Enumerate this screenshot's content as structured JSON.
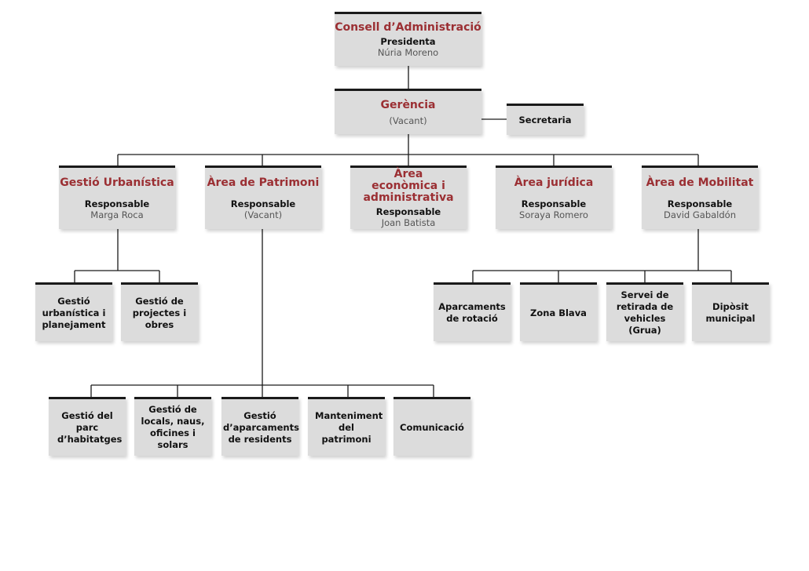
{
  "board": {
    "title": "Consell d’Administració",
    "role": "Presidenta",
    "person": "Núria Moreno"
  },
  "management": {
    "title": "Gerència",
    "person": "(Vacant)"
  },
  "secretary": {
    "title": "Secretaria"
  },
  "areas": [
    {
      "title": "Gestió Urbanística",
      "role": "Responsable",
      "person": "Marga Roca"
    },
    {
      "title": "Àrea de Patrimoni",
      "role": "Responsable",
      "person": "(Vacant)"
    },
    {
      "title": "Àrea econòmica i administrativa",
      "role": "Responsable",
      "person": "Joan Batista"
    },
    {
      "title": "Àrea jurídica",
      "role": "Responsable",
      "person": "Soraya Romero"
    },
    {
      "title": "Àrea de Mobilitat",
      "role": "Responsable",
      "person": "David Gabaldón"
    }
  ],
  "urbanism_units": [
    "Gestió urbanística i planejament",
    "Gestió de projectes i obres"
  ],
  "mobility_units": [
    "Aparcaments de rotació",
    "Zona Blava",
    "Servei de retirada de vehicles (Grua)",
    "Dipòsit municipal"
  ],
  "heritage_units": [
    "Gestió del parc d’habitatges",
    "Gestió de locals, naus, oficines i solars",
    "Gestió d’aparcaments de residents",
    "Manteniment del patrimoni",
    "Comunicació"
  ]
}
